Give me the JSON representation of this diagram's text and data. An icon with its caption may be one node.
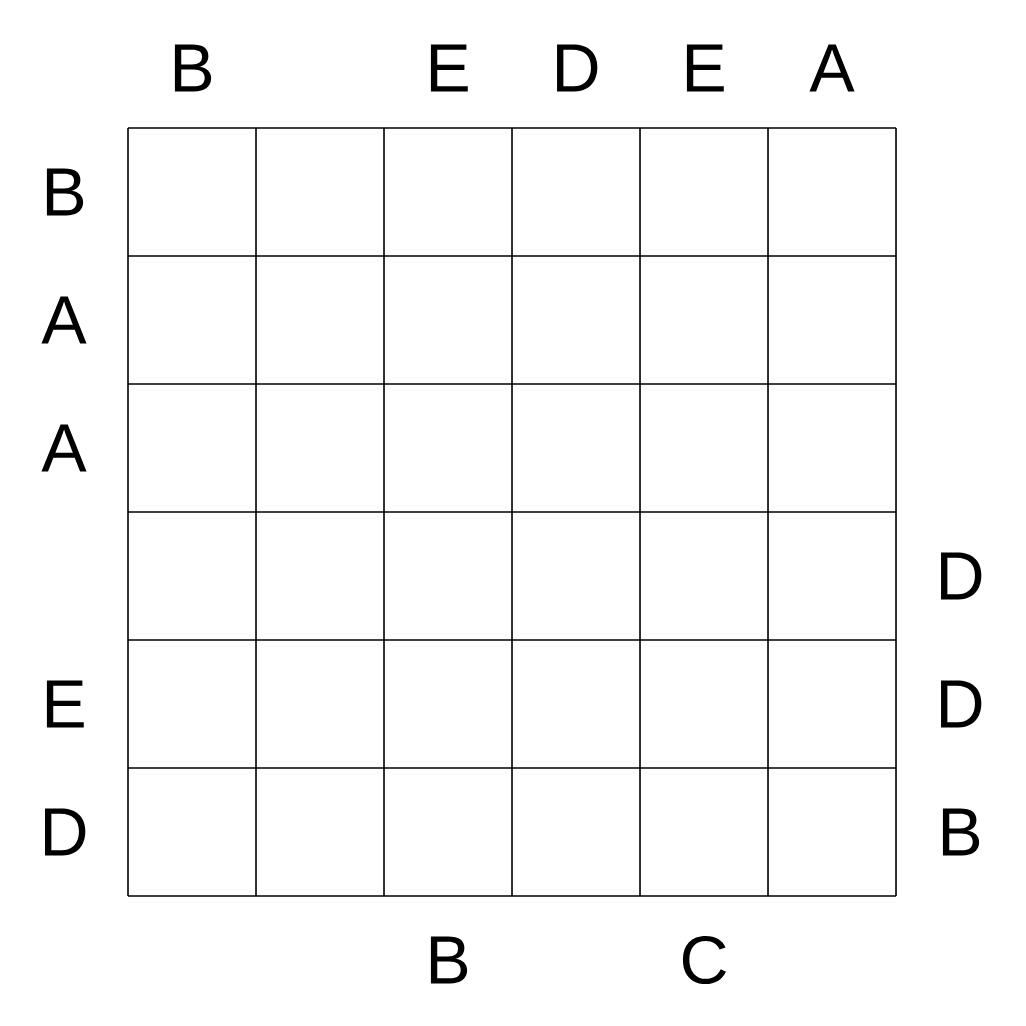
{
  "diagram": {
    "labels": [
      "B",
      "E",
      "D",
      "E",
      "A",
      "B",
      "A",
      "A",
      "D",
      "E",
      "D",
      "D",
      "B",
      "B",
      "C"
    ]
  }
}
